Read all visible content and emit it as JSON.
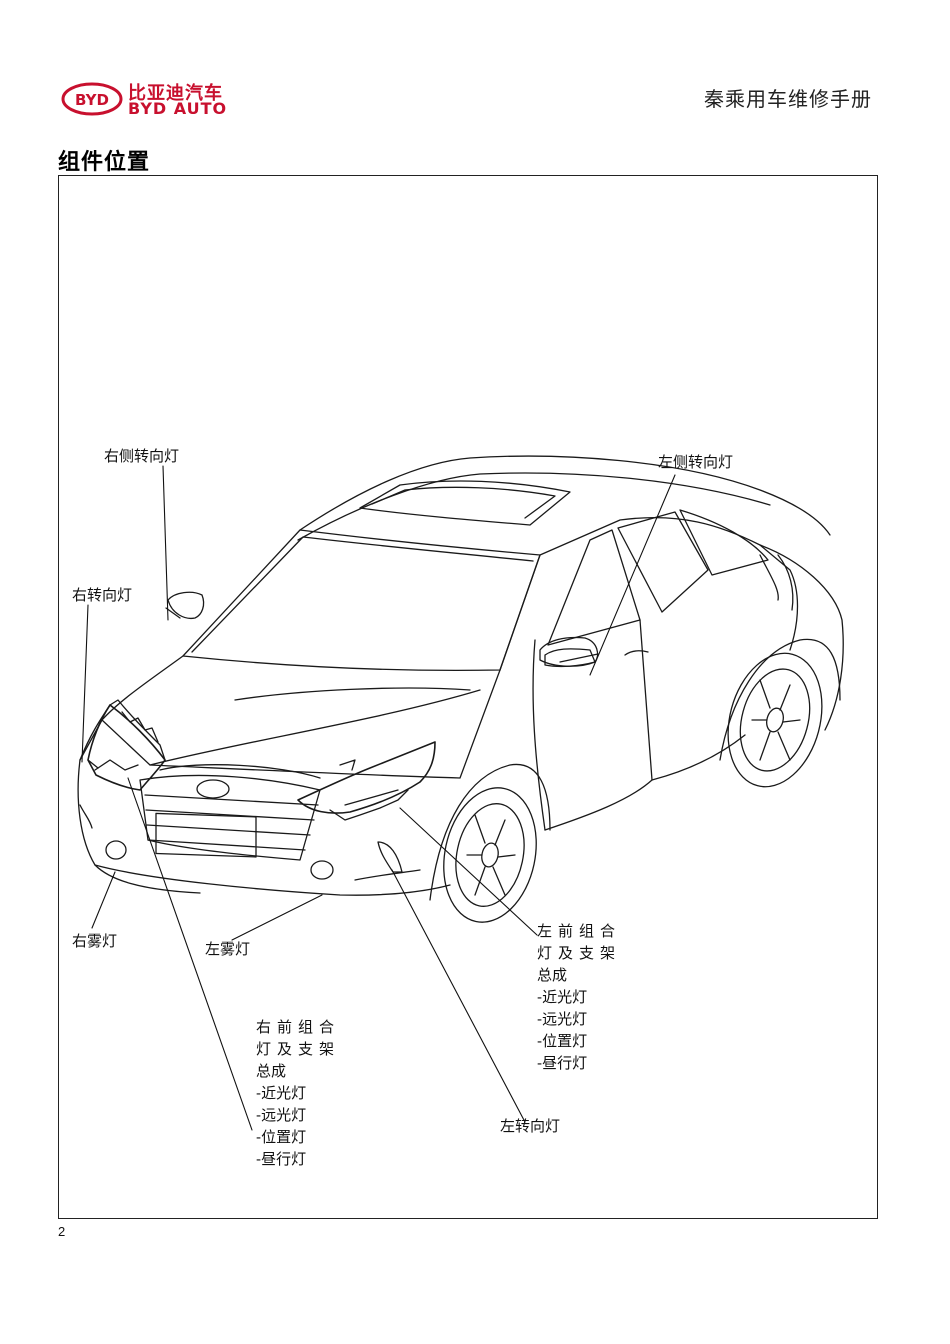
{
  "header": {
    "brand_cn": "比亚迪汽车",
    "brand_en": "BYD AUTO",
    "logo_mark": "BYD",
    "manual_title": "秦乘用车维修手册",
    "brand_color": "#c8102e"
  },
  "section": {
    "title": "组件位置"
  },
  "labels": {
    "right_side_turn": "右侧转向灯",
    "left_side_turn": "左侧转向灯",
    "right_turn": "右转向灯",
    "right_fog": "右雾灯",
    "left_fog": "左雾灯",
    "left_turn": "左转向灯",
    "left_headlamp": {
      "line1": "左前组合",
      "line2": "灯及支架",
      "line3": "总成",
      "items": [
        "-近光灯",
        "-远光灯",
        "-位置灯",
        "-昼行灯"
      ]
    },
    "right_headlamp": {
      "line1": "右前组合",
      "line2": "灯及支架",
      "line3": "总成",
      "items": [
        "-近光灯",
        "-远光灯",
        "-位置灯",
        "-昼行灯"
      ]
    }
  },
  "footer": {
    "page_number": "2"
  }
}
